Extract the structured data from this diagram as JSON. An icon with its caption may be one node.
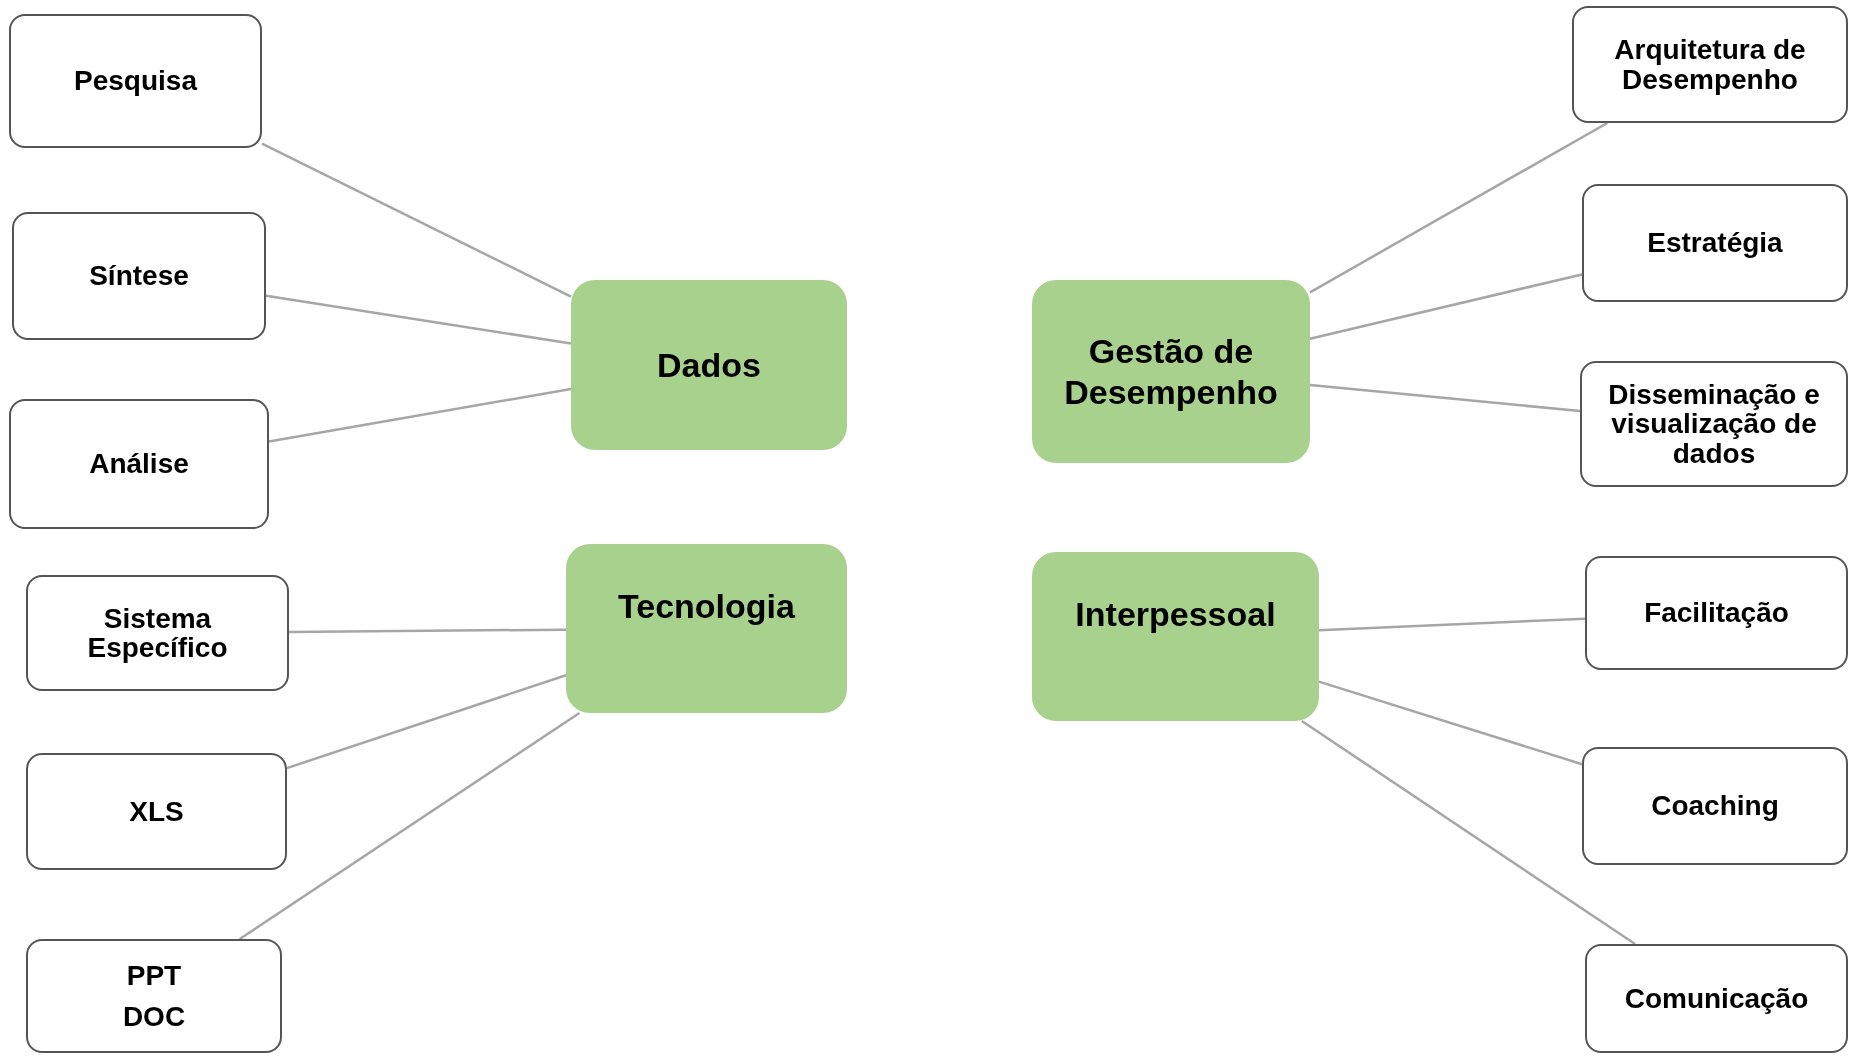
{
  "diagram": {
    "nodes": [
      {
        "text": [
          "Dados"
        ]
      },
      {
        "text": [
          "Tecnologia"
        ]
      },
      {
        "text": [
          "Gestão de Desempenho"
        ]
      },
      {
        "text": [
          "Interpessoal"
        ]
      },
      {
        "text": [
          "Pesquisa"
        ]
      },
      {
        "text": [
          "Síntese"
        ]
      },
      {
        "text": [
          "Análise"
        ]
      },
      {
        "text": [
          "Sistema Específico"
        ]
      },
      {
        "text": [
          "XLS"
        ]
      },
      {
        "text": [
          "PPT",
          "DOC"
        ]
      },
      {
        "text": [
          "Arquitetura de Desempenho"
        ]
      },
      {
        "text": [
          "Estratégia"
        ]
      },
      {
        "text": [
          "Disseminação e visualização de dados"
        ]
      },
      {
        "text": [
          "Facilitação"
        ]
      },
      {
        "text": [
          "Coaching"
        ]
      },
      {
        "text": [
          "Comunicação"
        ]
      }
    ],
    "edges": [
      {
        "from": 0,
        "to": 4,
        "arrow": "none"
      },
      {
        "from": 0,
        "to": 5,
        "arrow": "none"
      },
      {
        "from": 0,
        "to": 6,
        "arrow": "none"
      },
      {
        "from": 1,
        "to": 7,
        "arrow": "none"
      },
      {
        "from": 1,
        "to": 8,
        "arrow": "none"
      },
      {
        "from": 1,
        "to": 9,
        "arrow": "none"
      },
      {
        "from": 2,
        "to": 10,
        "arrow": "none"
      },
      {
        "from": 2,
        "to": 11,
        "arrow": "none"
      },
      {
        "from": 2,
        "to": 12,
        "arrow": "none"
      },
      {
        "from": 3,
        "to": 13,
        "arrow": "none"
      },
      {
        "from": 3,
        "to": 14,
        "arrow": "none"
      },
      {
        "from": 3,
        "to": 15,
        "arrow": "none"
      }
    ]
  }
}
